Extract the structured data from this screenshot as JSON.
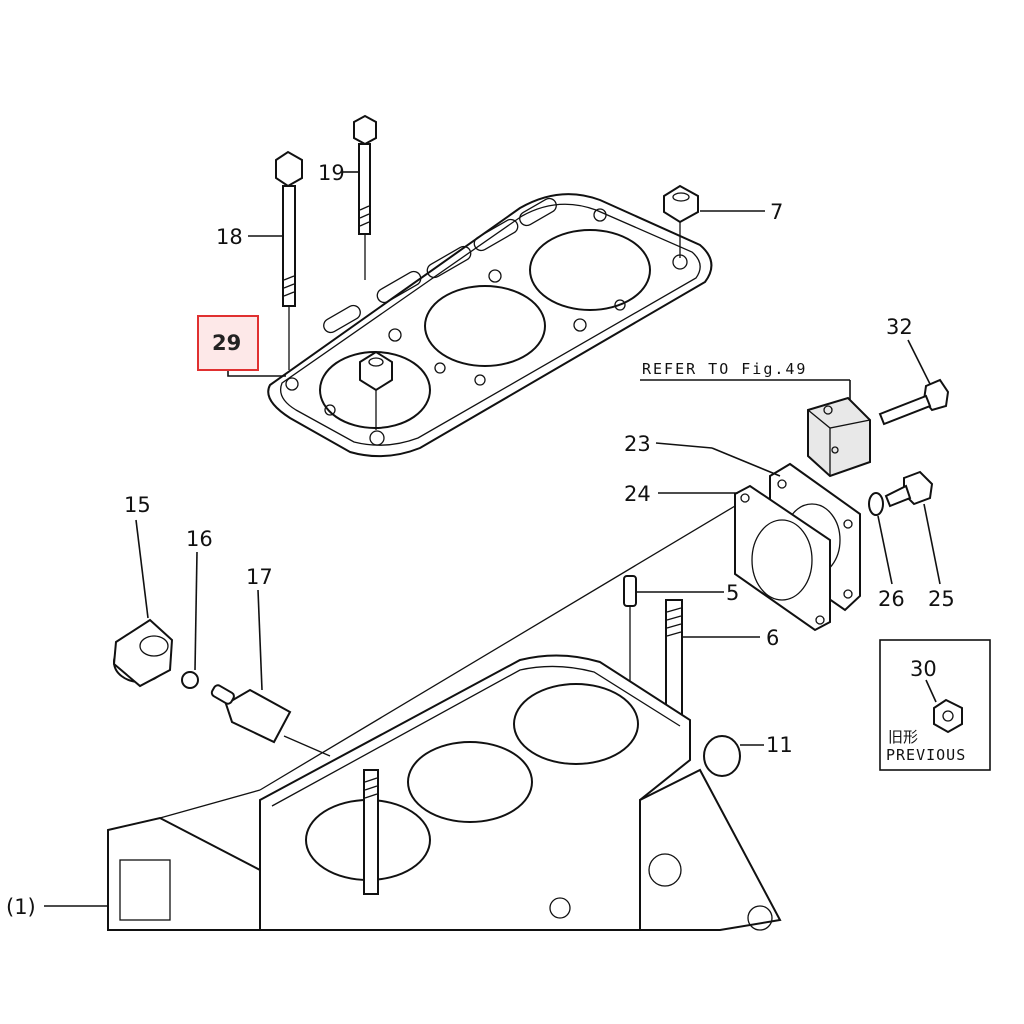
{
  "callouts": {
    "c18": "18",
    "c19": "19",
    "c7": "7",
    "c29": "29",
    "c32": "32",
    "c23": "23",
    "c24": "24",
    "c5": "5",
    "c6": "6",
    "c26": "26",
    "c25": "25",
    "c15": "15",
    "c16": "16",
    "c17": "17",
    "c11": "11",
    "c30": "30",
    "c1": "(1)"
  },
  "refer_note": "REFER TO Fig.49",
  "previous_box": {
    "kanji": "旧形",
    "label": "PREVIOUS"
  },
  "highlight_color": "#e03030"
}
